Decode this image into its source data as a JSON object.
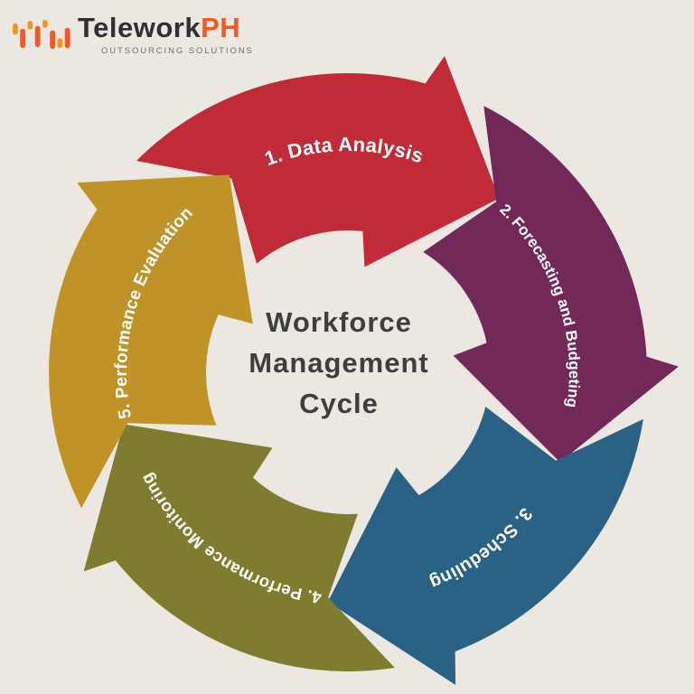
{
  "theme": {
    "background": "#ece8e1",
    "center_text": "#3e3e3e",
    "label_text": "#ffffff",
    "brand_dark": "#2f2f38",
    "brand_orange": "#f15a24",
    "brand_orange_light": "#f6921e",
    "tagline_gray": "#6d6e71"
  },
  "logo": {
    "icon": "equalizer-bars-icon",
    "name_part1": "Telework",
    "name_part2": "PH",
    "tagline": "OUTSOURCING SOLUTIONS"
  },
  "center_title": {
    "line1": "Workforce",
    "line2": "Management",
    "line3": "Cycle"
  },
  "cycle": {
    "type": "circular-process",
    "direction": "clockwise",
    "steps": [
      {
        "label": "1. Data Analysis",
        "color": "#c02b37"
      },
      {
        "label": "2. Forecasting and Budgeting",
        "color": "#72295a"
      },
      {
        "label": "3. Scheduling",
        "color": "#2a6285"
      },
      {
        "label": "4. Performance Monitoring",
        "color": "#7f7b2f"
      },
      {
        "label": "5. Performance Evaluation",
        "color": "#bf9327"
      }
    ]
  }
}
